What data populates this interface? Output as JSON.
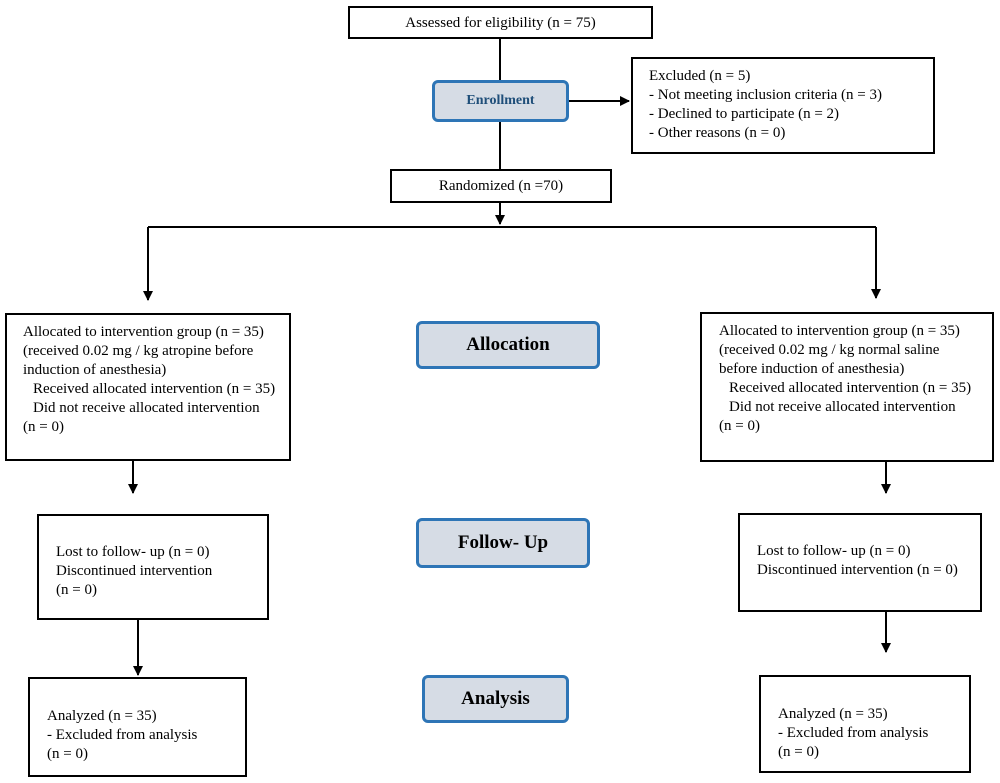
{
  "assessed": {
    "text": "Assessed for eligibility (n = 75)"
  },
  "enrollment": {
    "label": "Enrollment",
    "accent": "#2e75b6",
    "fill": "#d6dce5"
  },
  "excluded": {
    "lines": [
      "Excluded (n = 5)",
      "- Not meeting inclusion criteria (n = 3)",
      "- Declined to participate (n = 2)",
      "- Other reasons (n = 0)"
    ]
  },
  "randomized": {
    "text": "Randomized (n =70)"
  },
  "phases": {
    "allocation": "Allocation",
    "follow_up": "Follow- Up",
    "analysis": "Analysis"
  },
  "left_arm": {
    "allocation": [
      "Allocated to intervention group (n = 35)",
      "(received 0.02 mg / kg atropine before",
      "induction of anesthesia)",
      "Received allocated intervention (n = 35)",
      "Did not receive allocated intervention",
      "(n = 0)"
    ],
    "follow_up": [
      "Lost to follow- up (n = 0)",
      "Discontinued intervention",
      "(n = 0)"
    ],
    "analysis": [
      "Analyzed (n = 35)",
      "- Excluded from analysis",
      "(n = 0)"
    ]
  },
  "right_arm": {
    "allocation": [
      "Allocated to intervention group (n = 35)",
      "(received 0.02 mg / kg normal saline",
      "before induction of anesthesia)",
      "Received allocated intervention (n = 35)",
      "Did not receive allocated intervention",
      "(n = 0)"
    ],
    "follow_up": [
      "Lost to follow- up (n = 0)",
      "Discontinued intervention (n = 0)"
    ],
    "analysis": [
      "Analyzed (n = 35)",
      "- Excluded from analysis",
      "(n = 0)"
    ]
  }
}
